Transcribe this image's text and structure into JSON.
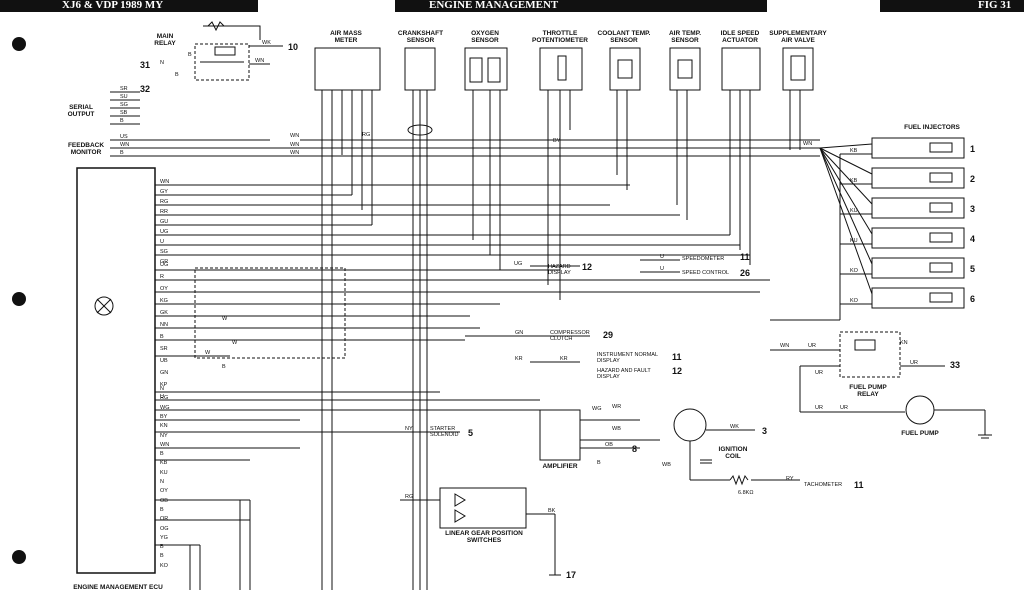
{
  "header": {
    "left": "XJ6 & VDP 1989 MY",
    "center": "ENGINE MANAGEMENT",
    "right": "FIG 31"
  },
  "components": {
    "main_relay": "MAIN RELAY",
    "air_mass_meter": "AIR MASS METER",
    "crankshaft_sensor": "CRANKSHAFT SENSOR",
    "oxygen_sensor": "OXYGEN SENSOR",
    "throttle_potentiometer": "THROTTLE POTENTIOMETER",
    "coolant_temp_sensor": "COOLANT TEMP. SENSOR",
    "air_temp_sensor": "AIR TEMP. SENSOR",
    "idle_speed_actuator": "IDLE SPEED ACTUATOR",
    "supplementary_air_valve": "SUPPLEMENTARY AIR VALVE",
    "fuel_injectors": "FUEL INJECTORS",
    "serial_output": "SERIAL OUTPUT",
    "feedback_monitor": "FEEDBACK MONITOR",
    "fuel_pump_relay": "FUEL PUMP RELAY",
    "fuel_pump": "FUEL PUMP",
    "amplifier": "AMPLIFIER",
    "ignition_coil": "IGNITION COIL",
    "linear_gear_switches": "LINEAR GEAR POSITION SWITCHES",
    "ecu": "ENGINE MANAGEMENT ECU"
  },
  "connections": {
    "hazard_display": "HAZARD DISPLAY",
    "speedometer": "SPEEDOMETER",
    "speed_control": "SPEED CONTROL",
    "compressor_clutch": "COMPRESSOR CLUTCH",
    "instrument_normal": "INSTRUMENT NORMAL DISPLAY",
    "hazard_fault": "HAZARD AND FAULT DISPLAY",
    "starter_solenoid": "STARTER SOLENOID",
    "tachometer": "TACHOMETER",
    "resistor": "6.8KΩ"
  },
  "refs": {
    "r10": "10",
    "r31": "31",
    "r32": "32",
    "r12a": "12",
    "r11a": "11",
    "r26": "26",
    "r29": "29",
    "r11b": "11",
    "r12b": "12",
    "r5": "5",
    "r3": "3",
    "r8": "8",
    "r11c": "11",
    "r17": "17",
    "r33": "33"
  },
  "injector_numbers": [
    "1",
    "2",
    "3",
    "4",
    "5",
    "6"
  ],
  "serial_wires": [
    "SR",
    "SU",
    "SG",
    "SB",
    "B"
  ],
  "feedback_wires": [
    "US",
    "WN",
    "B"
  ],
  "ecu_wires_top": [
    "WN",
    "GY",
    "RG",
    "RR",
    "GU",
    "UG",
    "U",
    "SG",
    "GR"
  ],
  "ecu_wires_mid": [
    "UG",
    "R",
    "OY",
    "KG",
    "GK",
    "NN",
    "B",
    "SR",
    "UB",
    "GN",
    "KP",
    "U"
  ],
  "ecu_wires_low": [
    "N",
    "RG",
    "WG",
    "BY",
    "KN",
    "NY",
    "WN",
    "B",
    "KB",
    "KU",
    "N",
    "OY",
    "OB",
    "B",
    "OR",
    "OG",
    "YG",
    "B",
    "B",
    "KO"
  ],
  "injector_wires": [
    "KB",
    "KB",
    "KU",
    "KU",
    "KO",
    "KO"
  ],
  "wire_labels": {
    "main_relay_wk": "WK",
    "main_relay_b": "B",
    "main_relay_n": "N",
    "main_relay_wn": "WN",
    "wn1": "WN",
    "wn2": "WN",
    "wn3": "WN",
    "wn4": "WN",
    "by": "BY",
    "rg": "RG",
    "ug": "UG",
    "u1": "U",
    "u2": "U",
    "gn": "GN",
    "kr1": "KR",
    "kr2": "KR",
    "ny": "NY",
    "wg": "WG",
    "wr": "WR",
    "wb1": "WB",
    "wb2": "WB",
    "ob": "OB",
    "b1": "B",
    "wk2": "WK",
    "ry": "RY",
    "bk": "BK",
    "rg2": "RG",
    "ur1": "UR",
    "ur2": "UR",
    "ur3": "UR",
    "ur4": "UR",
    "ur5": "UR",
    "kn": "KN",
    "wn5": "WN",
    "w1": "W",
    "w2": "W",
    "w3": "W",
    "b2": "B",
    "b3": "B"
  }
}
